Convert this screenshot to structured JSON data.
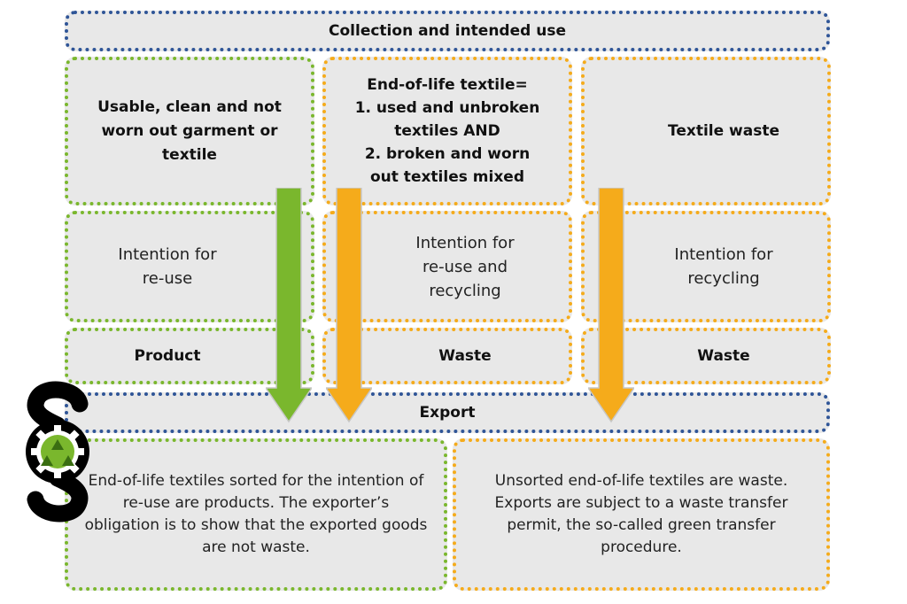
{
  "header": "Collection and intended use",
  "columns": [
    {
      "category": "Usable, clean and not worn out garment or textile",
      "intention": "Intention for\nre-use",
      "status": "Product"
    },
    {
      "category": "End-of-life textile=\n1. used and unbroken textiles AND\n2. broken and worn out textiles mixed",
      "intention": "Intention for\nre-use and\nrecycling",
      "status": "Waste"
    },
    {
      "category": "Textile waste",
      "intention": "Intention for\nrecycling",
      "status": "Waste"
    }
  ],
  "export_label": "Export",
  "export_notes": [
    "End-of-life textiles sorted for the intention of re-use are products. The exporter’s obligation is to show that the exported goods are not waste.",
    "Unsorted end-of-life textiles are waste. Exports are subject to a waste transfer permit, the so-called green transfer procedure."
  ],
  "colors": {
    "blue": "#2f5597",
    "green": "#7ab72d",
    "orange": "#f5ab1b",
    "panel": "#e8e8e8"
  }
}
